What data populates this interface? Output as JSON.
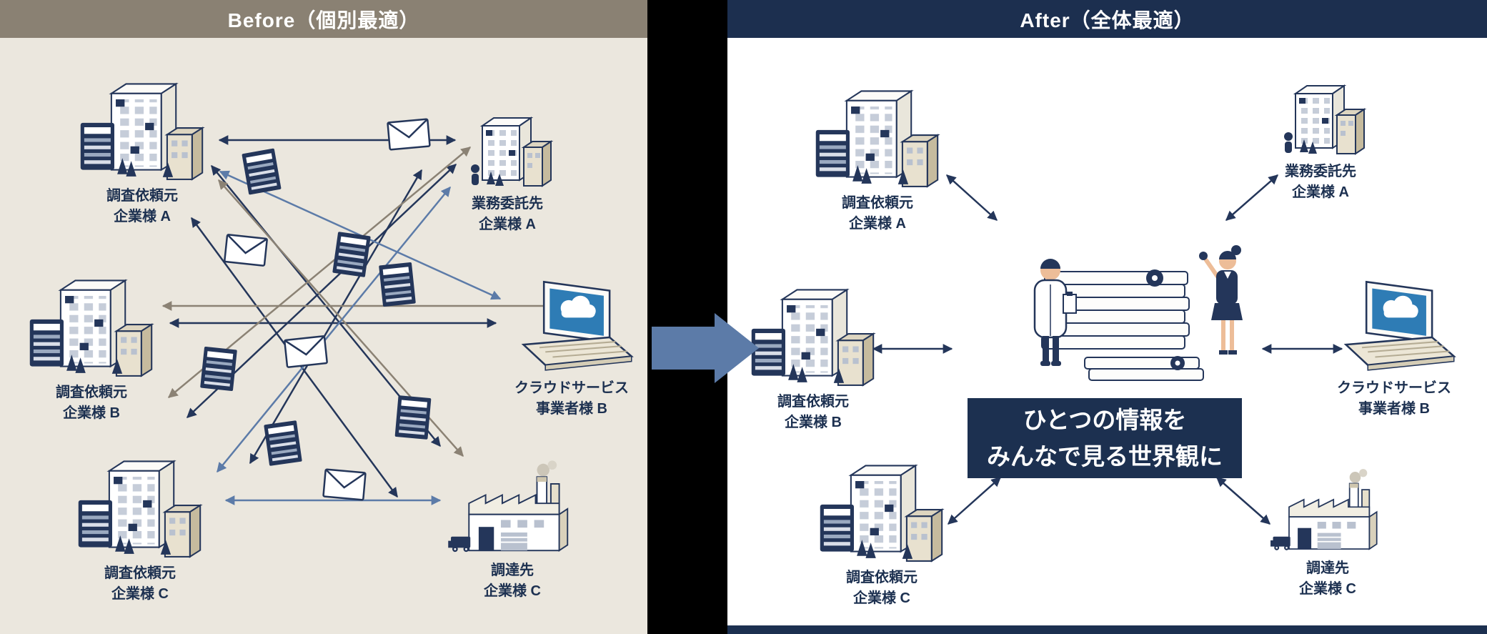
{
  "before": {
    "title": "Before（個別最適）",
    "entities": [
      {
        "line1": "調査依頼元",
        "line2": "企業様 A"
      },
      {
        "line1": "業務委託先",
        "line2": "企業様 A"
      },
      {
        "line1": "調査依頼元",
        "line2": "企業様 B"
      },
      {
        "line1": "クラウドサービス",
        "line2": "事業者様 B"
      },
      {
        "line1": "調査依頼元",
        "line2": "企業様 C"
      },
      {
        "line1": "調達先",
        "line2": "企業様 C"
      }
    ]
  },
  "after": {
    "title": "After（全体最適）",
    "entities": [
      {
        "line1": "調査依頼元",
        "line2": "企業様 A"
      },
      {
        "line1": "業務委託先",
        "line2": "企業様 A"
      },
      {
        "line1": "調査依頼元",
        "line2": "企業様 B"
      },
      {
        "line1": "クラウドサービス",
        "line2": "事業者様 B"
      },
      {
        "line1": "調査依頼元",
        "line2": "企業様 C"
      },
      {
        "line1": "調達先",
        "line2": "企業様 C"
      }
    ],
    "message": {
      "line1": "ひとつの情報を",
      "line2": "みんなで見る世界観に"
    }
  },
  "colors": {
    "navy": "#1c3050",
    "illustration_navy": "#24365a",
    "taupe": "#8b8274",
    "steel_blue": "#5c7ba8",
    "beige_bg": "#ebe7de",
    "header_taupe": "#8a8173",
    "header_navy": "#1c2f4f",
    "cloud_blue": "#2e7cb5"
  }
}
